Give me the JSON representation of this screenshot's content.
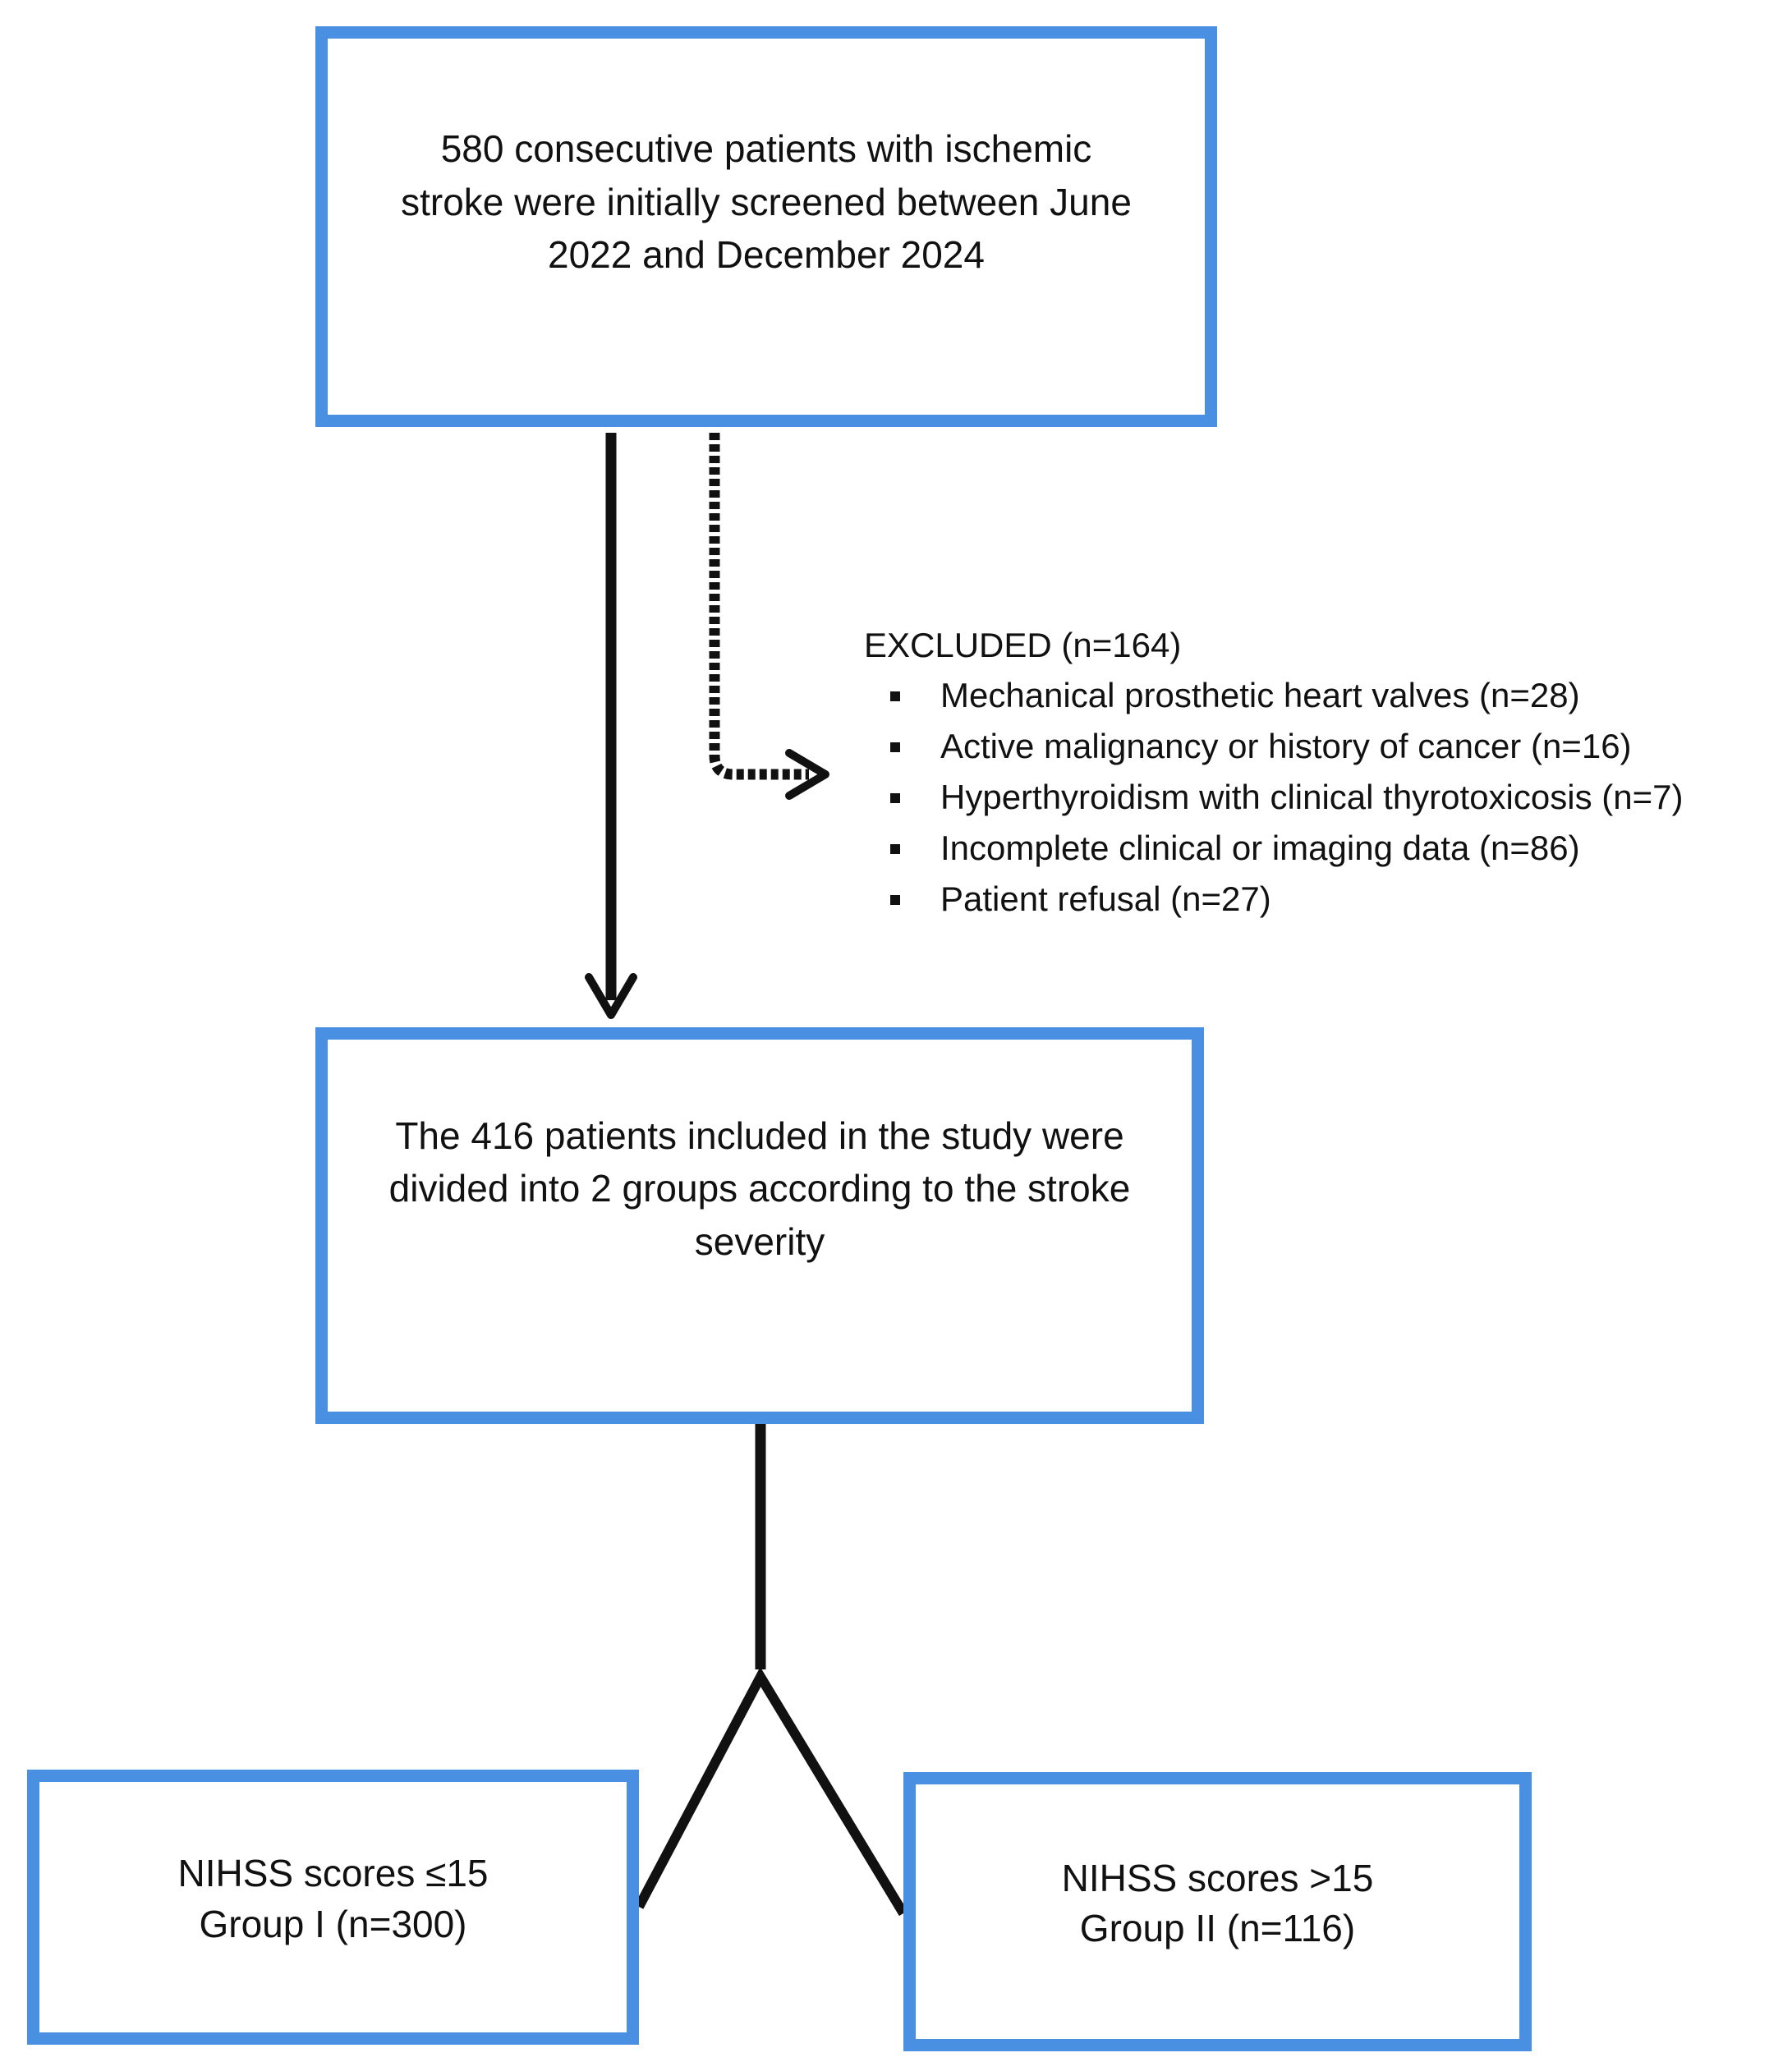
{
  "boxes": {
    "screened": "580 consecutive patients with ischemic stroke were initially screened between June 2022 and December 2024",
    "included": "The 416 patients included in the study were divided into 2 groups according to the stroke severity",
    "group1": {
      "line1": "NIHSS scores ≤15",
      "line2": "Group I (n=300)"
    },
    "group2": {
      "line1": "NIHSS scores >15",
      "line2": "Group II (n=116)"
    }
  },
  "excluded": {
    "title": "EXCLUDED (n=164)",
    "items": [
      "Mechanical prosthetic heart valves (n=28)",
      "Active malignancy or history of cancer (n=16)",
      "Hyperthyroidism with clinical thyrotoxicosis (n=7)",
      "Incomplete clinical or imaging data (n=86)",
      "Patient refusal (n=27)"
    ]
  },
  "colors": {
    "box_border": "#4a90e2",
    "lines": "#111111",
    "text": "#111111",
    "background": "#ffffff"
  }
}
